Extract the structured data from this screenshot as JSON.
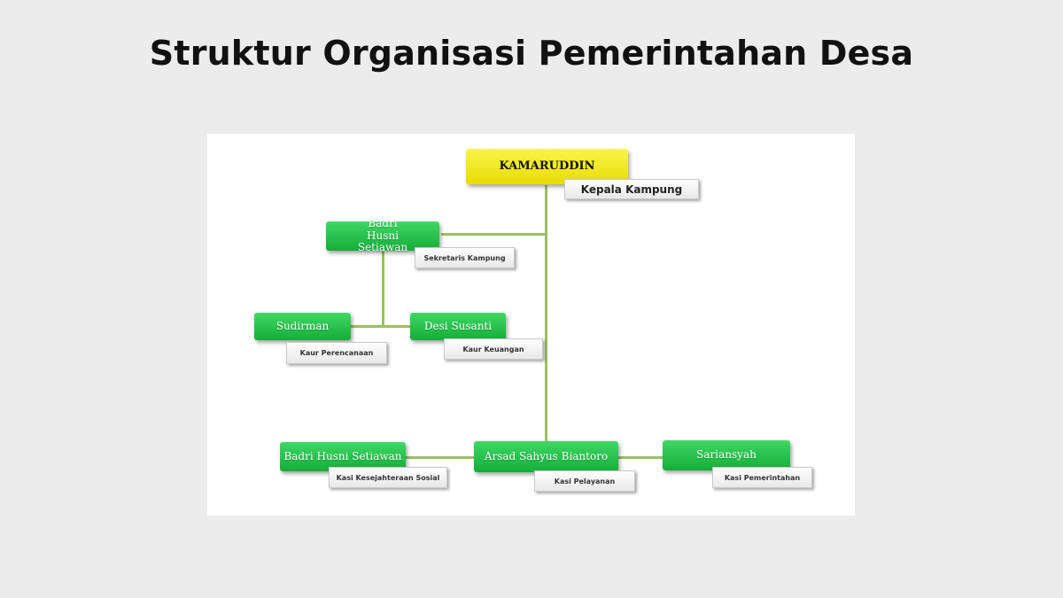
{
  "title": "Struktur Organisasi Pemerintahan Desa",
  "org_chart": {
    "head": {
      "name": "KAMARUDDIN",
      "role": "Kepala Kampung"
    },
    "secretary": {
      "name": "Badri Husni Setiawan",
      "role": "Sekretaris Kampung"
    },
    "kaur_perencanaan": {
      "name": "Sudirman",
      "role": "Kaur Perencanaan"
    },
    "kaur_keuangan": {
      "name": "Desi Susanti",
      "role": "Kaur Keuangan"
    },
    "kasi_kesejahteraan": {
      "name": "Badri Husni Setiawan",
      "role": "Kasi Kesejahteraan Sosial"
    },
    "kasi_pelayanan": {
      "name": "Arsad Sahyus Biantoro",
      "role": "Kasi Pelayanan"
    },
    "kasi_pemerintahan": {
      "name": "Sariansyah",
      "role": "Kasi Pemerintahan"
    }
  },
  "colors": {
    "head_box": "#f4ec1f",
    "staff_box": "#22c14a",
    "connector": "#9cbf63",
    "background": "#ececec",
    "panel": "#ffffff"
  }
}
